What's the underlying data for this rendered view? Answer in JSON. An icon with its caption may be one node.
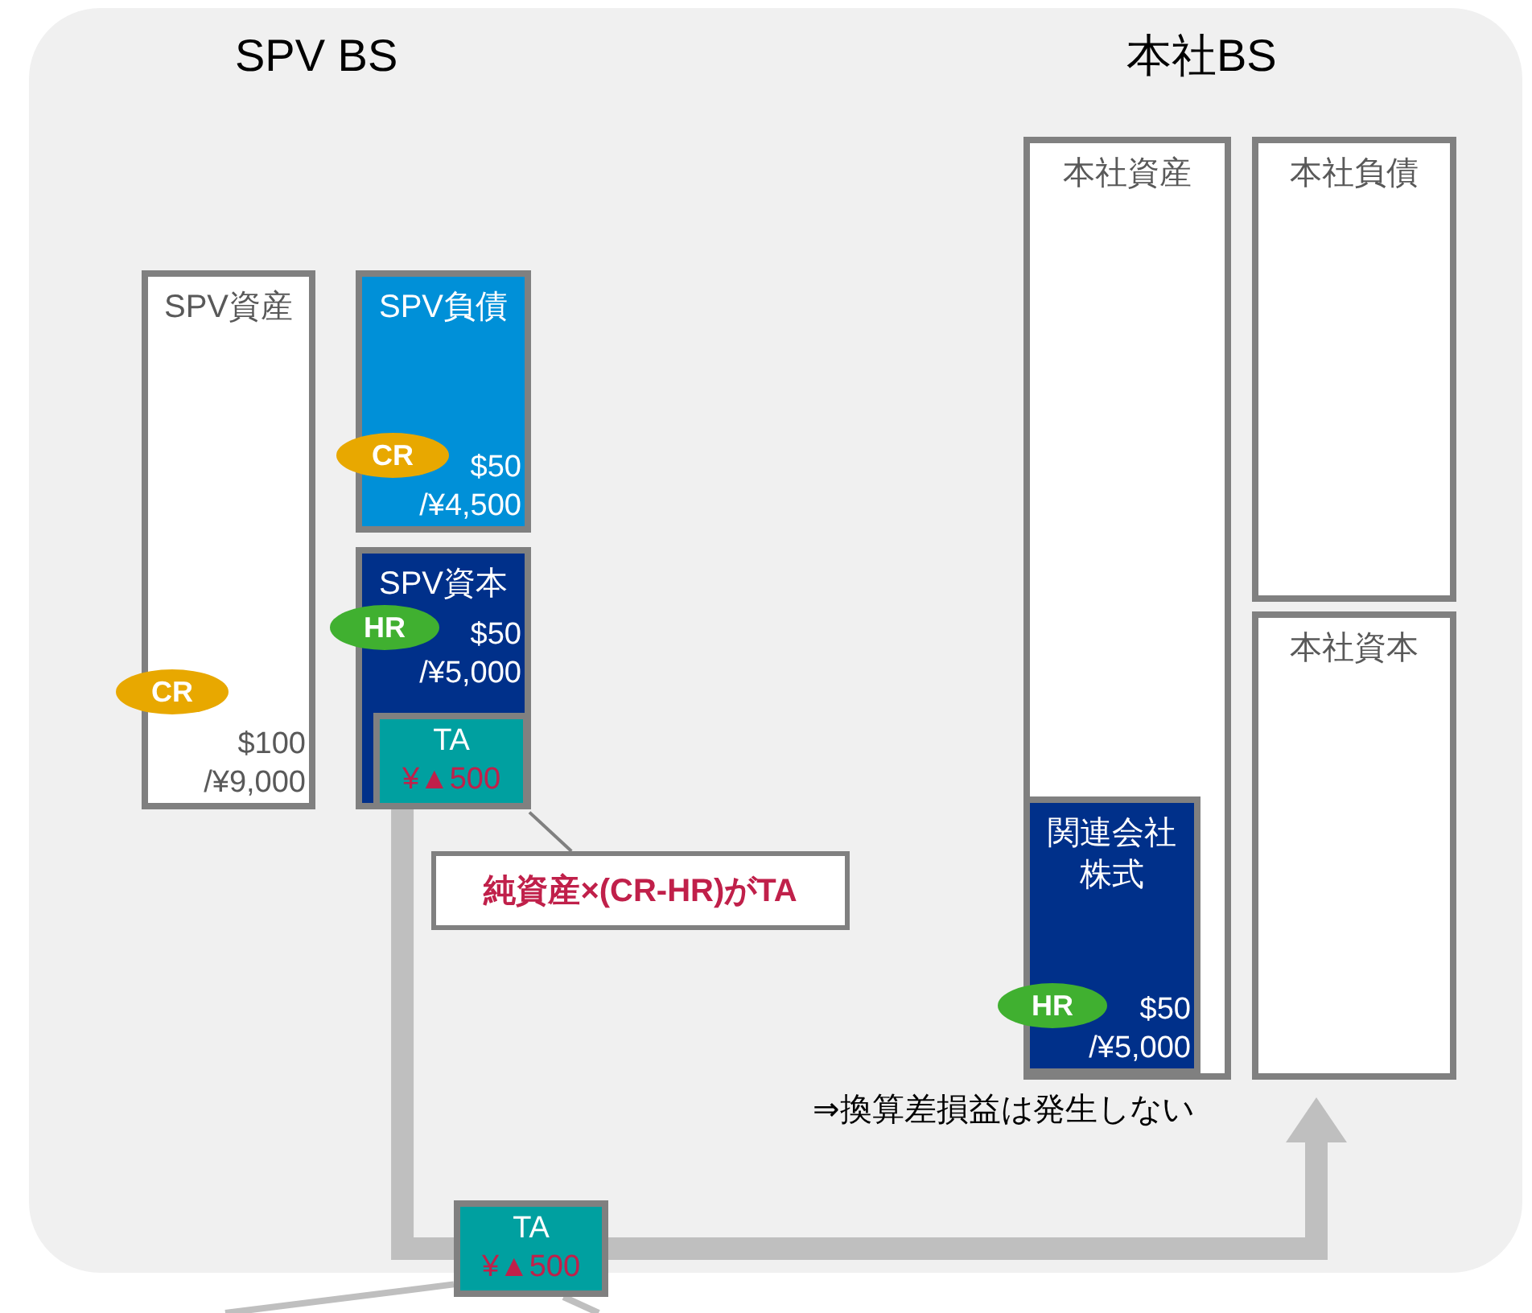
{
  "diagram": {
    "nodes": [
      {
        "text": [
          "SPV資産",
          "$100 /¥9,000"
        ]
      },
      {
        "text": [
          "CR"
        ]
      },
      {
        "text": [
          "SPV負債",
          "$50 /¥4,500"
        ]
      },
      {
        "text": [
          "CR"
        ]
      },
      {
        "text": [
          "SPV資本",
          "$50 /¥5,000"
        ]
      },
      {
        "text": [
          "HR"
        ]
      },
      {
        "text": [
          "TA",
          "¥▲500"
        ],
        "in": 4
      },
      {
        "text": [
          "純資産×(CR-HR)がTA"
        ]
      },
      {
        "text": [
          "本社資産"
        ]
      },
      {
        "text": [
          "関連会社株式",
          "$50 /¥5,000"
        ],
        "in": 8
      },
      {
        "text": [
          "HR"
        ]
      },
      {
        "text": [
          "本社負債"
        ]
      },
      {
        "text": [
          "本社資本"
        ]
      },
      {
        "text": [
          "TA",
          "¥▲500"
        ]
      }
    ],
    "edges": [
      {
        "from": 7,
        "to": 6,
        "arrow": "none",
        "color": "#808080"
      },
      {
        "from": 6,
        "to": 13,
        "arrow": "none",
        "style": "thick",
        "color": "#bfbfbf"
      },
      {
        "from": 13,
        "to": 12,
        "arrow": "to",
        "style": "thick",
        "color": "#bfbfbf"
      },
      {
        "from": 13,
        "to": null,
        "arrow": "none",
        "color": "#bfbfbf"
      },
      {
        "from": 13,
        "to": null,
        "arrow": "none",
        "color": "#bfbfbf"
      }
    ],
    "labels": [
      "SPV BS",
      "本社BS",
      "⇒換算差損益は発生しない"
    ]
  }
}
